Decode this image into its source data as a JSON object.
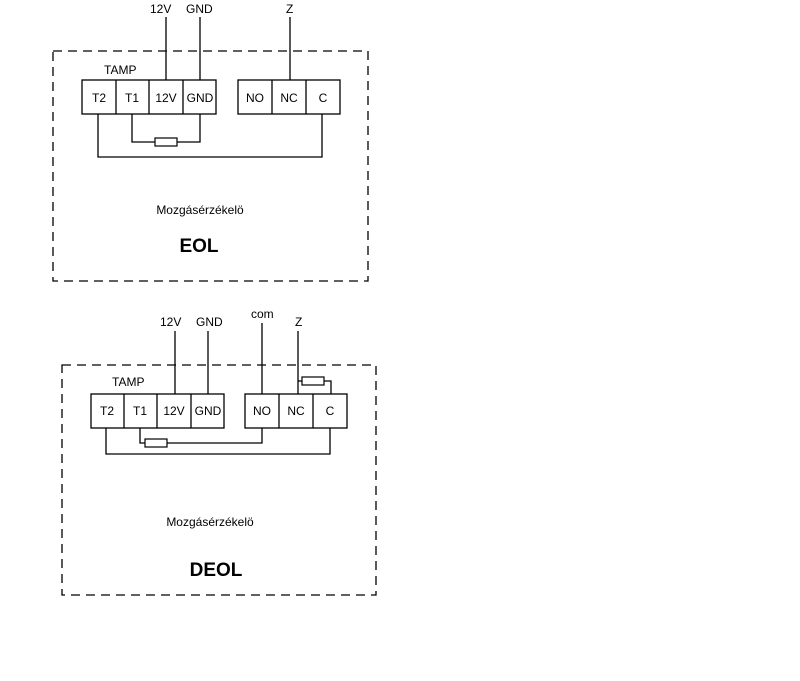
{
  "eol": {
    "supply_12v": "12V",
    "supply_gnd": "GND",
    "zone": "Z",
    "tamp": "TAMP",
    "terminals": [
      "T2",
      "T1",
      "12V",
      "GND",
      "NO",
      "NC",
      "C"
    ],
    "sensor_label": "Mozgásérzékelö",
    "title": "EOL"
  },
  "deol": {
    "supply_12v": "12V",
    "supply_gnd": "GND",
    "com": "com",
    "zone": "Z",
    "tamp": "TAMP",
    "terminals": [
      "T2",
      "T1",
      "12V",
      "GND",
      "NO",
      "NC",
      "C"
    ],
    "sensor_label": "Mozgásérzékelö",
    "title": "DEOL"
  }
}
